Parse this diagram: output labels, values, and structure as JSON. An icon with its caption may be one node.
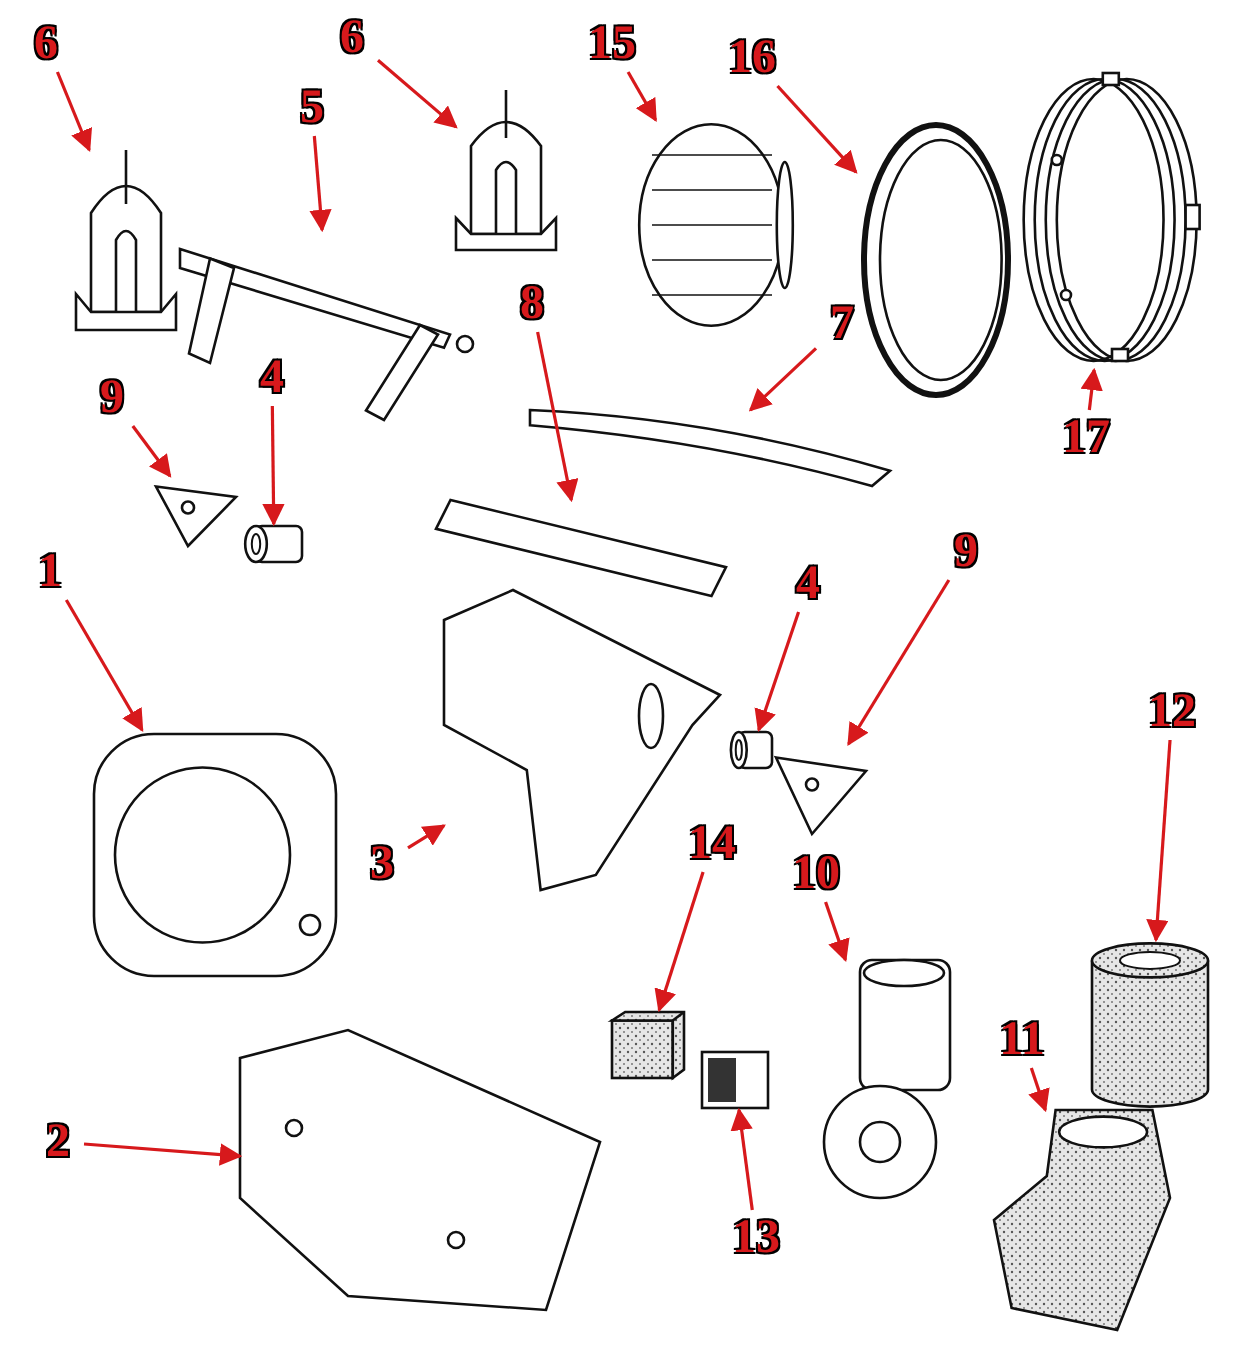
{
  "diagram": {
    "nodes": [
      {
        "text": [
          "6"
        ]
      },
      {
        "text": [],
        "shape": "picture"
      },
      {
        "text": [
          "6"
        ]
      },
      {
        "text": [],
        "shape": "picture"
      },
      {
        "text": [
          "5"
        ]
      },
      {
        "text": [],
        "shape": "picture"
      },
      {
        "text": [
          "15"
        ]
      },
      {
        "text": [],
        "shape": "picture"
      },
      {
        "text": [
          "16"
        ]
      },
      {
        "text": [],
        "shape": "picture"
      },
      {
        "text": [
          "8"
        ]
      },
      {
        "text": [],
        "shape": "picture"
      },
      {
        "text": [
          "7"
        ]
      },
      {
        "text": [],
        "shape": "picture"
      },
      {
        "text": [
          "9"
        ]
      },
      {
        "text": [],
        "shape": "picture"
      },
      {
        "text": [
          "4"
        ]
      },
      {
        "text": [],
        "shape": "cylinder"
      },
      {
        "text": [
          "17"
        ]
      },
      {
        "text": [],
        "shape": "picture"
      },
      {
        "text": [
          "1"
        ]
      },
      {
        "text": [],
        "shape": "picture"
      },
      {
        "text": [
          "4"
        ]
      },
      {
        "text": [],
        "shape": "cylinder"
      },
      {
        "text": [
          "9"
        ]
      },
      {
        "text": [],
        "shape": "picture"
      },
      {
        "text": [
          "12"
        ]
      },
      {
        "text": [],
        "shape": "cylinder"
      },
      {
        "text": [
          "3"
        ]
      },
      {
        "text": [],
        "shape": "picture"
      },
      {
        "text": [
          "14"
        ]
      },
      {
        "text": [],
        "shape": "box"
      },
      {
        "text": [
          "10"
        ]
      },
      {
        "text": [],
        "shape": "picture"
      },
      {
        "text": [
          "11"
        ]
      },
      {
        "text": [],
        "shape": "picture"
      },
      {
        "text": [
          "2"
        ]
      },
      {
        "text": [],
        "shape": "picture"
      },
      {
        "text": [
          "13"
        ]
      },
      {
        "text": [],
        "shape": "picture"
      }
    ],
    "edges": [
      {
        "from": 0,
        "to": 1,
        "arrow": "to"
      },
      {
        "from": 2,
        "to": 3,
        "arrow": "to"
      },
      {
        "from": 4,
        "to": 5,
        "arrow": "to"
      },
      {
        "from": 6,
        "to": 7,
        "arrow": "to"
      },
      {
        "from": 8,
        "to": 9,
        "arrow": "to"
      },
      {
        "from": 10,
        "to": 11,
        "arrow": "to"
      },
      {
        "from": 12,
        "to": 13,
        "arrow": "to"
      },
      {
        "from": 14,
        "to": 15,
        "arrow": "to"
      },
      {
        "from": 16,
        "to": 17,
        "arrow": "to"
      },
      {
        "from": 18,
        "to": 19,
        "arrow": "to"
      },
      {
        "from": 20,
        "to": 21,
        "arrow": "to"
      },
      {
        "from": 22,
        "to": 23,
        "arrow": "to"
      },
      {
        "from": 24,
        "to": 25,
        "arrow": "to"
      },
      {
        "from": 26,
        "to": 27,
        "arrow": "to"
      },
      {
        "from": 28,
        "to": 29,
        "arrow": "to"
      },
      {
        "from": 30,
        "to": 31,
        "arrow": "to"
      },
      {
        "from": 32,
        "to": 33,
        "arrow": "to"
      },
      {
        "from": 34,
        "to": 35,
        "arrow": "to"
      },
      {
        "from": 36,
        "to": 37,
        "arrow": "to"
      },
      {
        "from": 38,
        "to": 39,
        "arrow": "to"
      }
    ]
  }
}
